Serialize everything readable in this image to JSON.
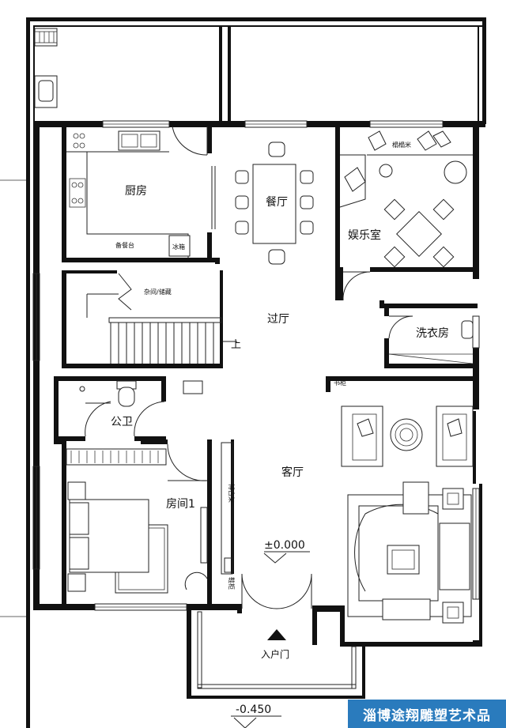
{
  "rooms": {
    "kitchen": "厨房",
    "dining": "餐厅",
    "entertainment": "娱乐室",
    "hallway": "过厅",
    "laundry": "洗衣房",
    "bathroom": "公卫",
    "living": "客厅",
    "bedroom1": "房间1",
    "entrance": "入户门"
  },
  "labels": {
    "sideboard": "备餐台",
    "fridge": "冰箱",
    "storage": "杂间/储藏",
    "stairs_up": "上",
    "bookshelf": "书柜",
    "curio_shelf": "博古架",
    "shoe_cabinet": "鞋柜",
    "tatami": "榻榻米"
  },
  "levels": {
    "floor": "±0.000",
    "outside": "-0.450"
  },
  "watermark": "淄博途翔雕塑艺术品"
}
